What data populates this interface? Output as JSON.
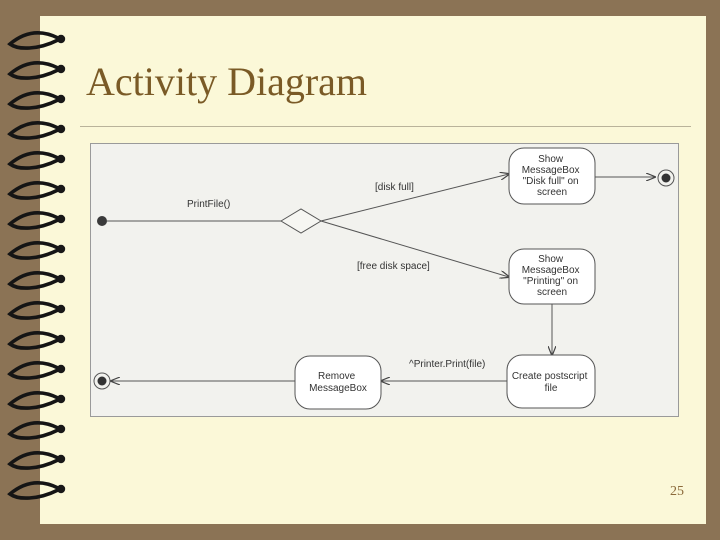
{
  "slide": {
    "title": "Activity Diagram",
    "page_number": "25"
  },
  "diagram": {
    "states": {
      "show_disk_full": [
        "Show",
        "MessageBox",
        "\"Disk full\" on",
        "screen"
      ],
      "show_printing": [
        "Show",
        "MessageBox",
        "\"Printing\" on",
        "screen"
      ],
      "create_postscript": [
        "Create postscript",
        "file"
      ],
      "remove_messagebox": [
        "Remove",
        "MessageBox"
      ]
    },
    "labels": {
      "print_file": "PrintFile()",
      "disk_full_guard": "[disk full]",
      "free_disk_space_guard": "[free disk space]",
      "printer_print": "^Printer.Print(file)"
    }
  },
  "colors": {
    "frame": "#8b7355",
    "paper": "#fbf8d8",
    "title": "#7a5a26"
  }
}
